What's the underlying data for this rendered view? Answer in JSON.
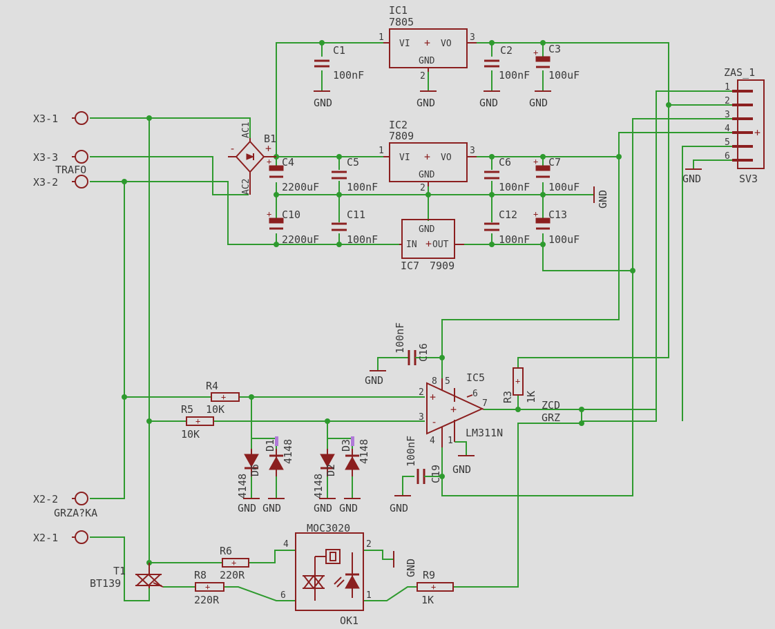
{
  "labels": {
    "x3_1": "X3-1",
    "x3_3": "X3-3",
    "x3_2": "X3-2",
    "trafo": "TRAFO",
    "x2_2": "X2-2",
    "grzalka": "GRZA?KA",
    "x2_1": "X2-1",
    "ic1_name": "IC1",
    "ic1_val": "7805",
    "ic2_name": "IC2",
    "ic2_val": "7809",
    "ic7_name": "IC7",
    "ic7_val": "7909",
    "vi": "VI",
    "vo": "VO",
    "gnd": "GND",
    "in": "IN",
    "out": "OUT",
    "c1": "C1",
    "c1v": "100nF",
    "c2": "C2",
    "c2v": "100nF",
    "c3": "C3",
    "c3v": "100uF",
    "c4": "C4",
    "c4v": "2200uF",
    "c5": "C5",
    "c5v": "100nF",
    "c6": "C6",
    "c6v": "100nF",
    "c7": "C7",
    "c7v": "100uF",
    "c10": "C10",
    "c10v": "2200uF",
    "c11": "C11",
    "c11v": "100nF",
    "c12": "C12",
    "c12v": "100nF",
    "c13": "C13",
    "c13v": "100uF",
    "c16": "C16",
    "c16v": "100nF",
    "c19": "C19",
    "c19v": "100nF",
    "b1": "B1",
    "ac1": "AC1",
    "ac2": "AC2",
    "zas": "ZAS_1",
    "sv3": "SV3",
    "pins": [
      "1",
      "2",
      "3",
      "4",
      "5",
      "6"
    ],
    "r4": "R4",
    "r4v": "10K",
    "r5": "R5",
    "r5v": "10K",
    "r3": "R3",
    "r3v": "1K",
    "ic5": "IC5",
    "ic5v": "LM311N",
    "zcd": "ZCD",
    "grz": "GRZ",
    "d1": "D1",
    "d1v": "4148",
    "d3": "D3",
    "d3v": "4148",
    "d6": "D6",
    "d6v": "4148",
    "d2": "D2",
    "d2v": "4148",
    "moc": "MOC3020",
    "ok1": "OK1",
    "r6": "R6",
    "r6v": "220R",
    "r8": "R8",
    "r8v": "220R",
    "r9": "R9",
    "r9v": "1K",
    "t1": "T1",
    "t1v": "BT139",
    "p1": "1",
    "p2": "2",
    "p3": "3",
    "p4": "4",
    "p5": "5",
    "p6": "6",
    "p7": "7",
    "p8": "8"
  },
  "colors": {
    "wire": "#2e9a2e",
    "symbol": "#8b1f1f",
    "text": "#3a3a3a",
    "background": "#dfdfdf"
  }
}
